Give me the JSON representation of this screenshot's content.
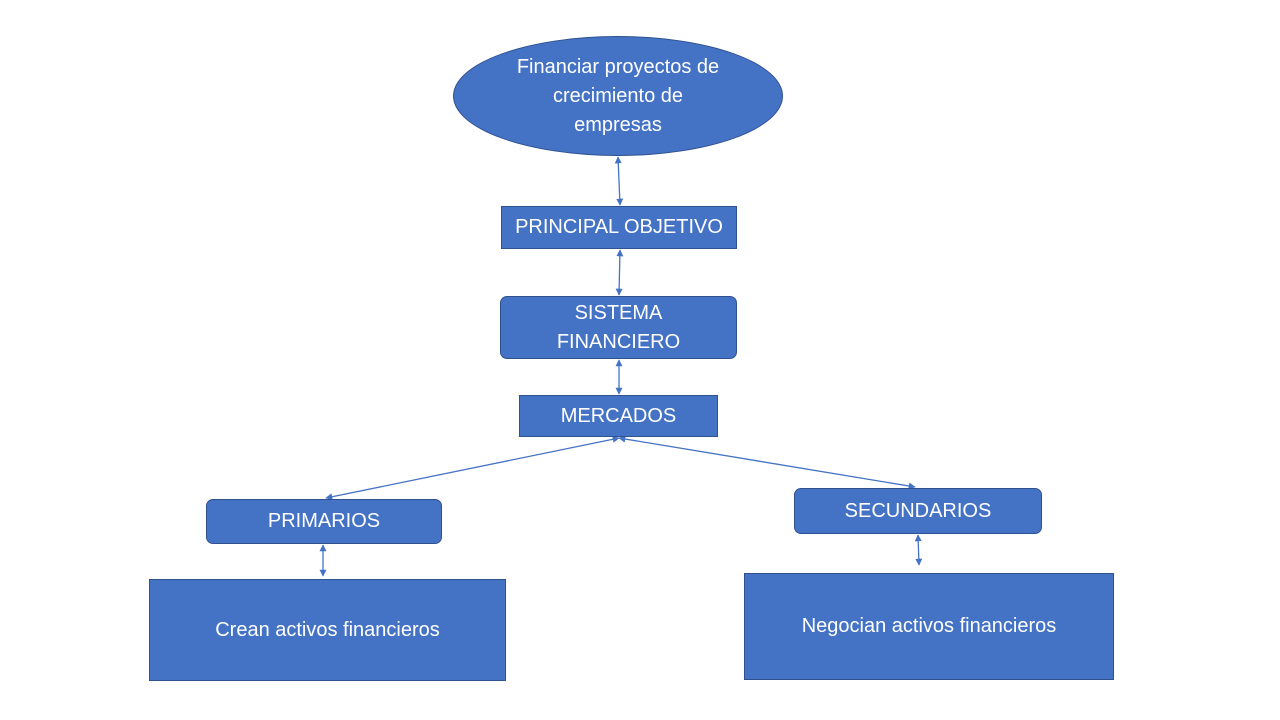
{
  "nodes": {
    "goal": "Financiar proyectos de crecimiento de empresas",
    "objective": "PRINCIPAL OBJETIVO",
    "system": "SISTEMA FINANCIERO",
    "markets": "MERCADOS",
    "primary": "PRIMARIOS",
    "secondary": "SECUNDARIOS",
    "create": "Crean activos financieros",
    "trade": "Negocian activos financieros"
  },
  "colors": {
    "node_fill": "#4472c4",
    "node_border": "#2f528f",
    "node_text": "#ffffff",
    "connector": "#4472c4"
  }
}
